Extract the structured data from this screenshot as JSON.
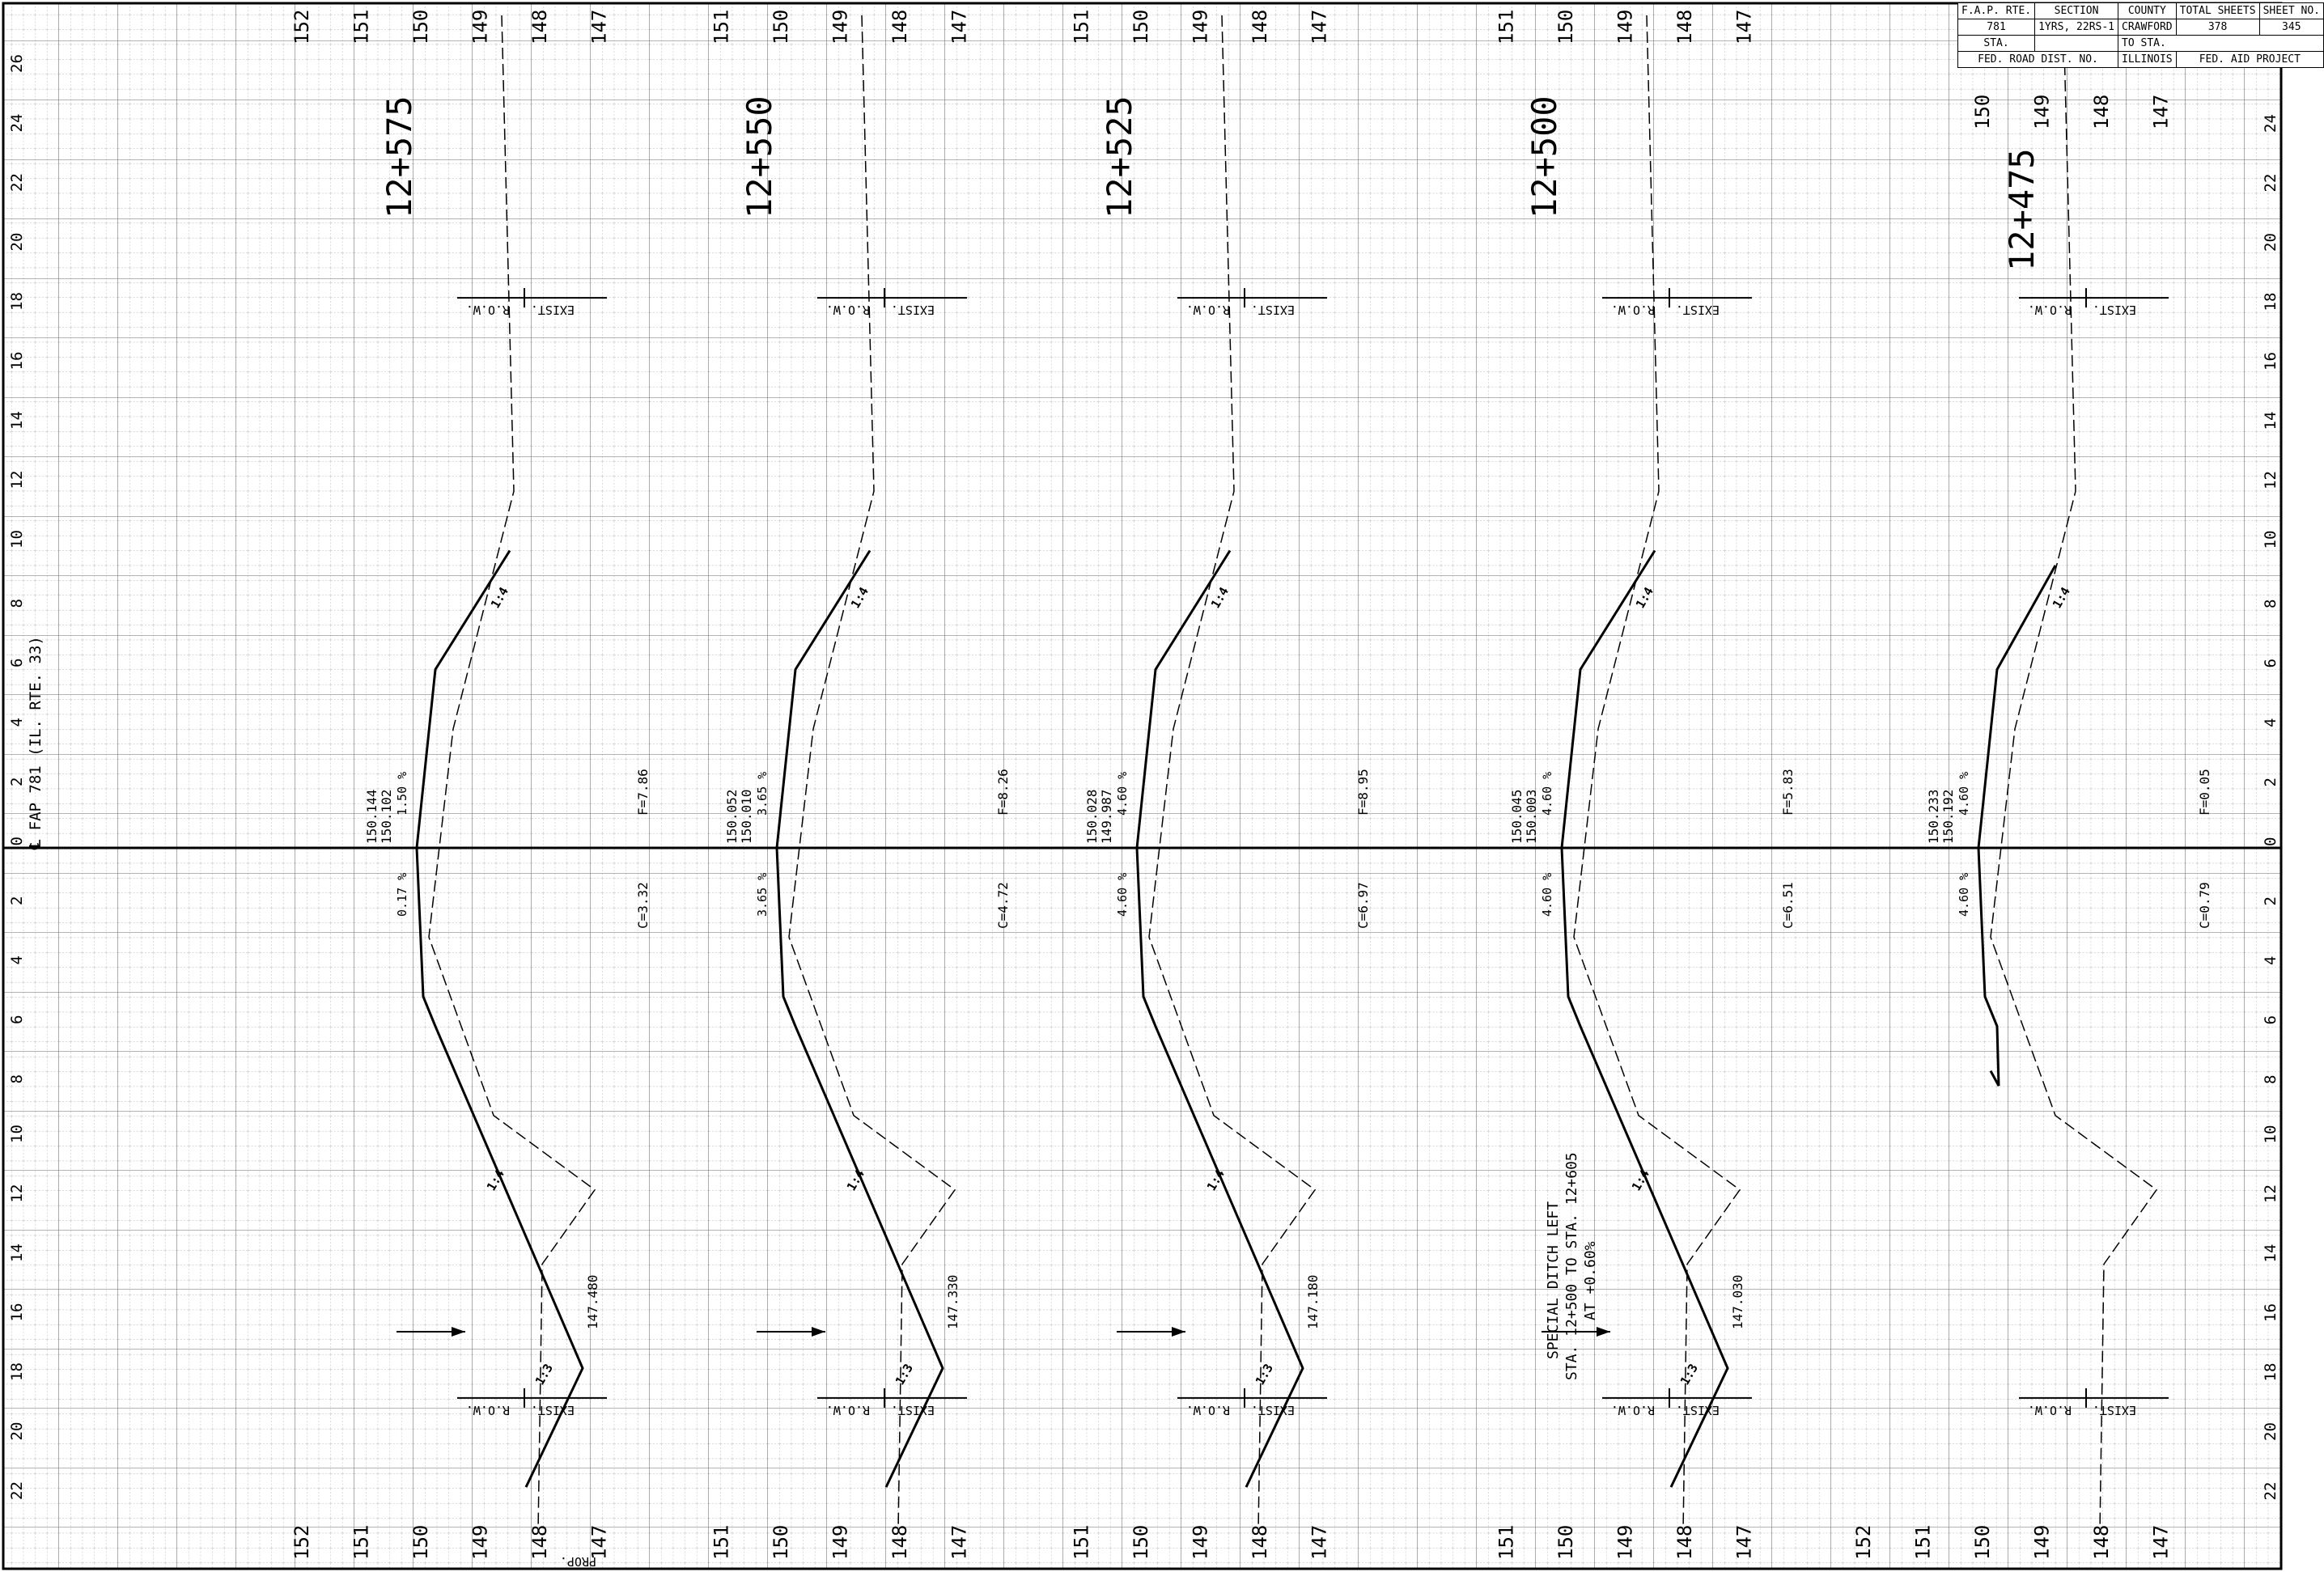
{
  "titleblock": {
    "h_rte": "F.A.P. RTE.",
    "h_section": "SECTION",
    "h_county": "COUNTY",
    "h_total": "TOTAL SHEETS",
    "h_sheet": "SHEET NO.",
    "rte": "781",
    "section": "1YRS, 22RS-1",
    "county": "CRAWFORD",
    "total": "378",
    "sheet_no": "345",
    "sta": "STA.",
    "to_sta": "TO STA.",
    "fed_dist": "FED. ROAD DIST. NO.",
    "state": "ILLINOIS",
    "fed_aid": "FED. AID PROJECT"
  },
  "centerline_label": "℄ FAP 781 (IL. RTE. 33)",
  "left_offsets": [
    "26",
    "24",
    "22",
    "20",
    "18",
    "16",
    "14",
    "12",
    "10",
    "8",
    "6",
    "4",
    "2",
    "0",
    "2",
    "4",
    "6",
    "8",
    "10",
    "12",
    "14",
    "16",
    "18",
    "20",
    "22"
  ],
  "right_offsets": [
    "24",
    "22",
    "20",
    "18",
    "16",
    "14",
    "12",
    "10",
    "8",
    "6",
    "4",
    "2",
    "0",
    "2",
    "4",
    "6",
    "8",
    "10",
    "12",
    "14",
    "16",
    "18",
    "20",
    "22"
  ],
  "labels": {
    "row": "R.O.W.",
    "exist": "EXIST.",
    "prop": "PROP.",
    "slope_front": "1:4",
    "slope_back": "1:3"
  },
  "special_ditch": {
    "line1": "SPECIAL DITCH LEFT",
    "line2": "STA. 12+500 TO STA. 12+605",
    "line3": "AT +0.60%"
  },
  "sections": [
    {
      "station": "12+575",
      "elev_top": [
        "152",
        "151",
        "150",
        "149",
        "148",
        "147"
      ],
      "elev_bottom": [
        "152",
        "151",
        "150",
        "149",
        "148",
        "147"
      ],
      "pgl_elev1": "150.144",
      "pgl_elev2": "150.102",
      "slope_upper": "1.50 %",
      "slope_lower": "0.17 %",
      "fill": "F=7.86",
      "cut": "C=3.32",
      "ditch_elev": "147.480"
    },
    {
      "station": "12+550",
      "elev_top": [
        "151",
        "150",
        "149",
        "148",
        "147"
      ],
      "elev_bottom": [
        "151",
        "150",
        "149",
        "148",
        "147"
      ],
      "pgl_elev1": "150.052",
      "pgl_elev2": "150.010",
      "slope_upper": "3.65 %",
      "slope_lower": "3.65 %",
      "fill": "F=8.26",
      "cut": "C=4.72",
      "ditch_elev": "147.330"
    },
    {
      "station": "12+525",
      "elev_top": [
        "151",
        "150",
        "149",
        "148",
        "147"
      ],
      "elev_bottom": [
        "151",
        "150",
        "149",
        "148",
        "147"
      ],
      "pgl_elev1": "150.028",
      "pgl_elev2": "149.987",
      "slope_upper": "4.60 %",
      "slope_lower": "4.60 %",
      "fill": "F=8.95",
      "cut": "C=6.97",
      "ditch_elev": "147.180"
    },
    {
      "station": "12+500",
      "elev_top": [
        "151",
        "150",
        "149",
        "148",
        "147"
      ],
      "elev_bottom": [
        "151",
        "150",
        "149",
        "148",
        "147"
      ],
      "pgl_elev1": "150.045",
      "pgl_elev2": "150.003",
      "slope_upper": "4.60 %",
      "slope_lower": "4.60 %",
      "fill": "F=5.83",
      "cut": "C=6.51",
      "ditch_elev": "147.030"
    },
    {
      "station": "12+475",
      "elev_top": [
        "150",
        "149",
        "148",
        "147"
      ],
      "elev_bottom": [
        "152",
        "151",
        "150",
        "149",
        "148",
        "147"
      ],
      "pgl_elev1": "150.233",
      "pgl_elev2": "150.192",
      "slope_upper": "4.60 %",
      "slope_lower": "4.60 %",
      "fill": "F=0.05",
      "cut": "C=0.79",
      "ditch_elev": ""
    }
  ]
}
